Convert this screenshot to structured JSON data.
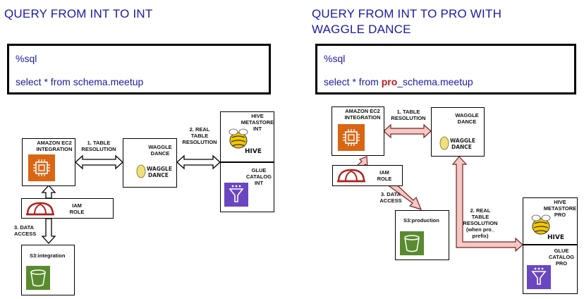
{
  "left": {
    "title": "QUERY FROM INT TO INT",
    "code": {
      "line1": "%sql",
      "line2": "select * from schema.meetup"
    },
    "nodes": {
      "ec2": "AMAZON EC2 INTEGRATION",
      "waggle": "WAGGLE DANCE",
      "hive": "HIVE METASTORE INT",
      "glue": "GLUE CATALOG INT",
      "iam": "IAM ROLE",
      "s3": "S3:integration"
    },
    "edges": {
      "table_resolution": "1. TABLE RESOLUTION",
      "real_table_resolution": "2. REAL TABLE RESOLUTION",
      "data_access": "3. DATA ACCESS"
    }
  },
  "right": {
    "title": "QUERY FROM INT TO PRO WITH WAGGLE DANCE",
    "code": {
      "line1": "%sql",
      "line2_prefix": "select * from ",
      "line2_highlight": "pro",
      "line2_suffix": "_schema.meetup"
    },
    "nodes": {
      "ec2": "AMAZON EC2 INTEGRATION",
      "waggle": "WAGGLE DANCE",
      "hive": "HIVE METASTORE PRO",
      "glue": "GLUE CATALOG PRO",
      "iam": "IAM ROLE",
      "s3": "S3:production"
    },
    "edges": {
      "table_resolution": "1. TABLE RESOLUTION",
      "real_table_resolution": "2. REAL TABLE RESOLUTION (when pro_ prefix)",
      "data_access": "3. DATA ACCESS"
    }
  },
  "icons": {
    "waggle_logo_text": "WAGGLE DANCE",
    "hive_logo_text": "HIVE"
  },
  "colors": {
    "title": "#1a1aa6",
    "highlight": "#c0191b",
    "ec2_orange": "#d86613",
    "s3_green": "#5a8a2e",
    "glue_purple": "#6b46c1",
    "iam_red": "#b0201c",
    "pink_arrow": "#f3c9c5"
  }
}
